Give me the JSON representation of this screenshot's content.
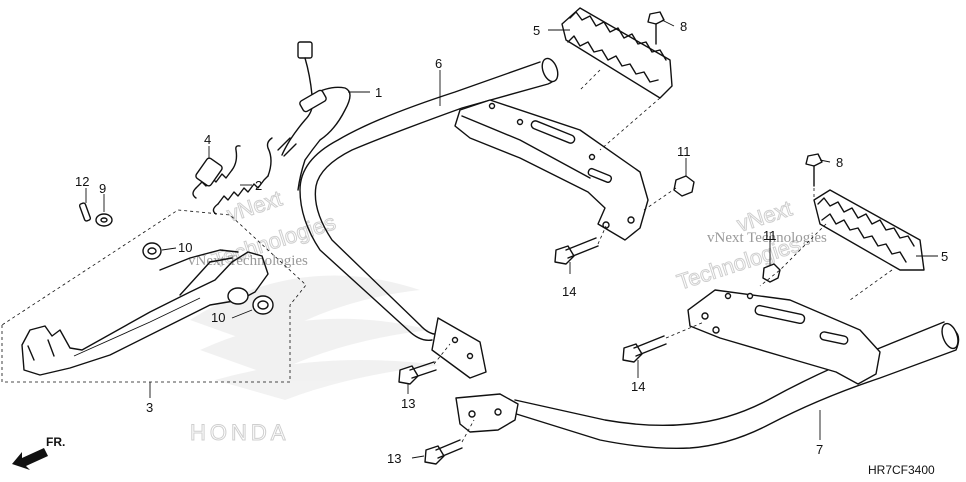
{
  "diagram_code": "HR7CF3400",
  "front_label": "FR.",
  "watermark": {
    "line_a": "vNext Technologies",
    "line_b": "vNext Technologies",
    "outline_a": "vNext",
    "outline_b": "Technologies",
    "outline_c": "vNext",
    "outline_d": "Technologies",
    "brand": "HONDA"
  },
  "callouts": {
    "c1": "1",
    "c2": "2",
    "c3": "3",
    "c4": "4",
    "c5a": "5",
    "c5b": "5",
    "c6": "6",
    "c7": "7",
    "c8a": "8",
    "c8b": "8",
    "c9": "9",
    "c10a": "10",
    "c10b": "10",
    "c11a": "11",
    "c11b": "11",
    "c12": "12",
    "c13a": "13",
    "c13b": "13",
    "c14a": "14",
    "c14b": "14"
  }
}
